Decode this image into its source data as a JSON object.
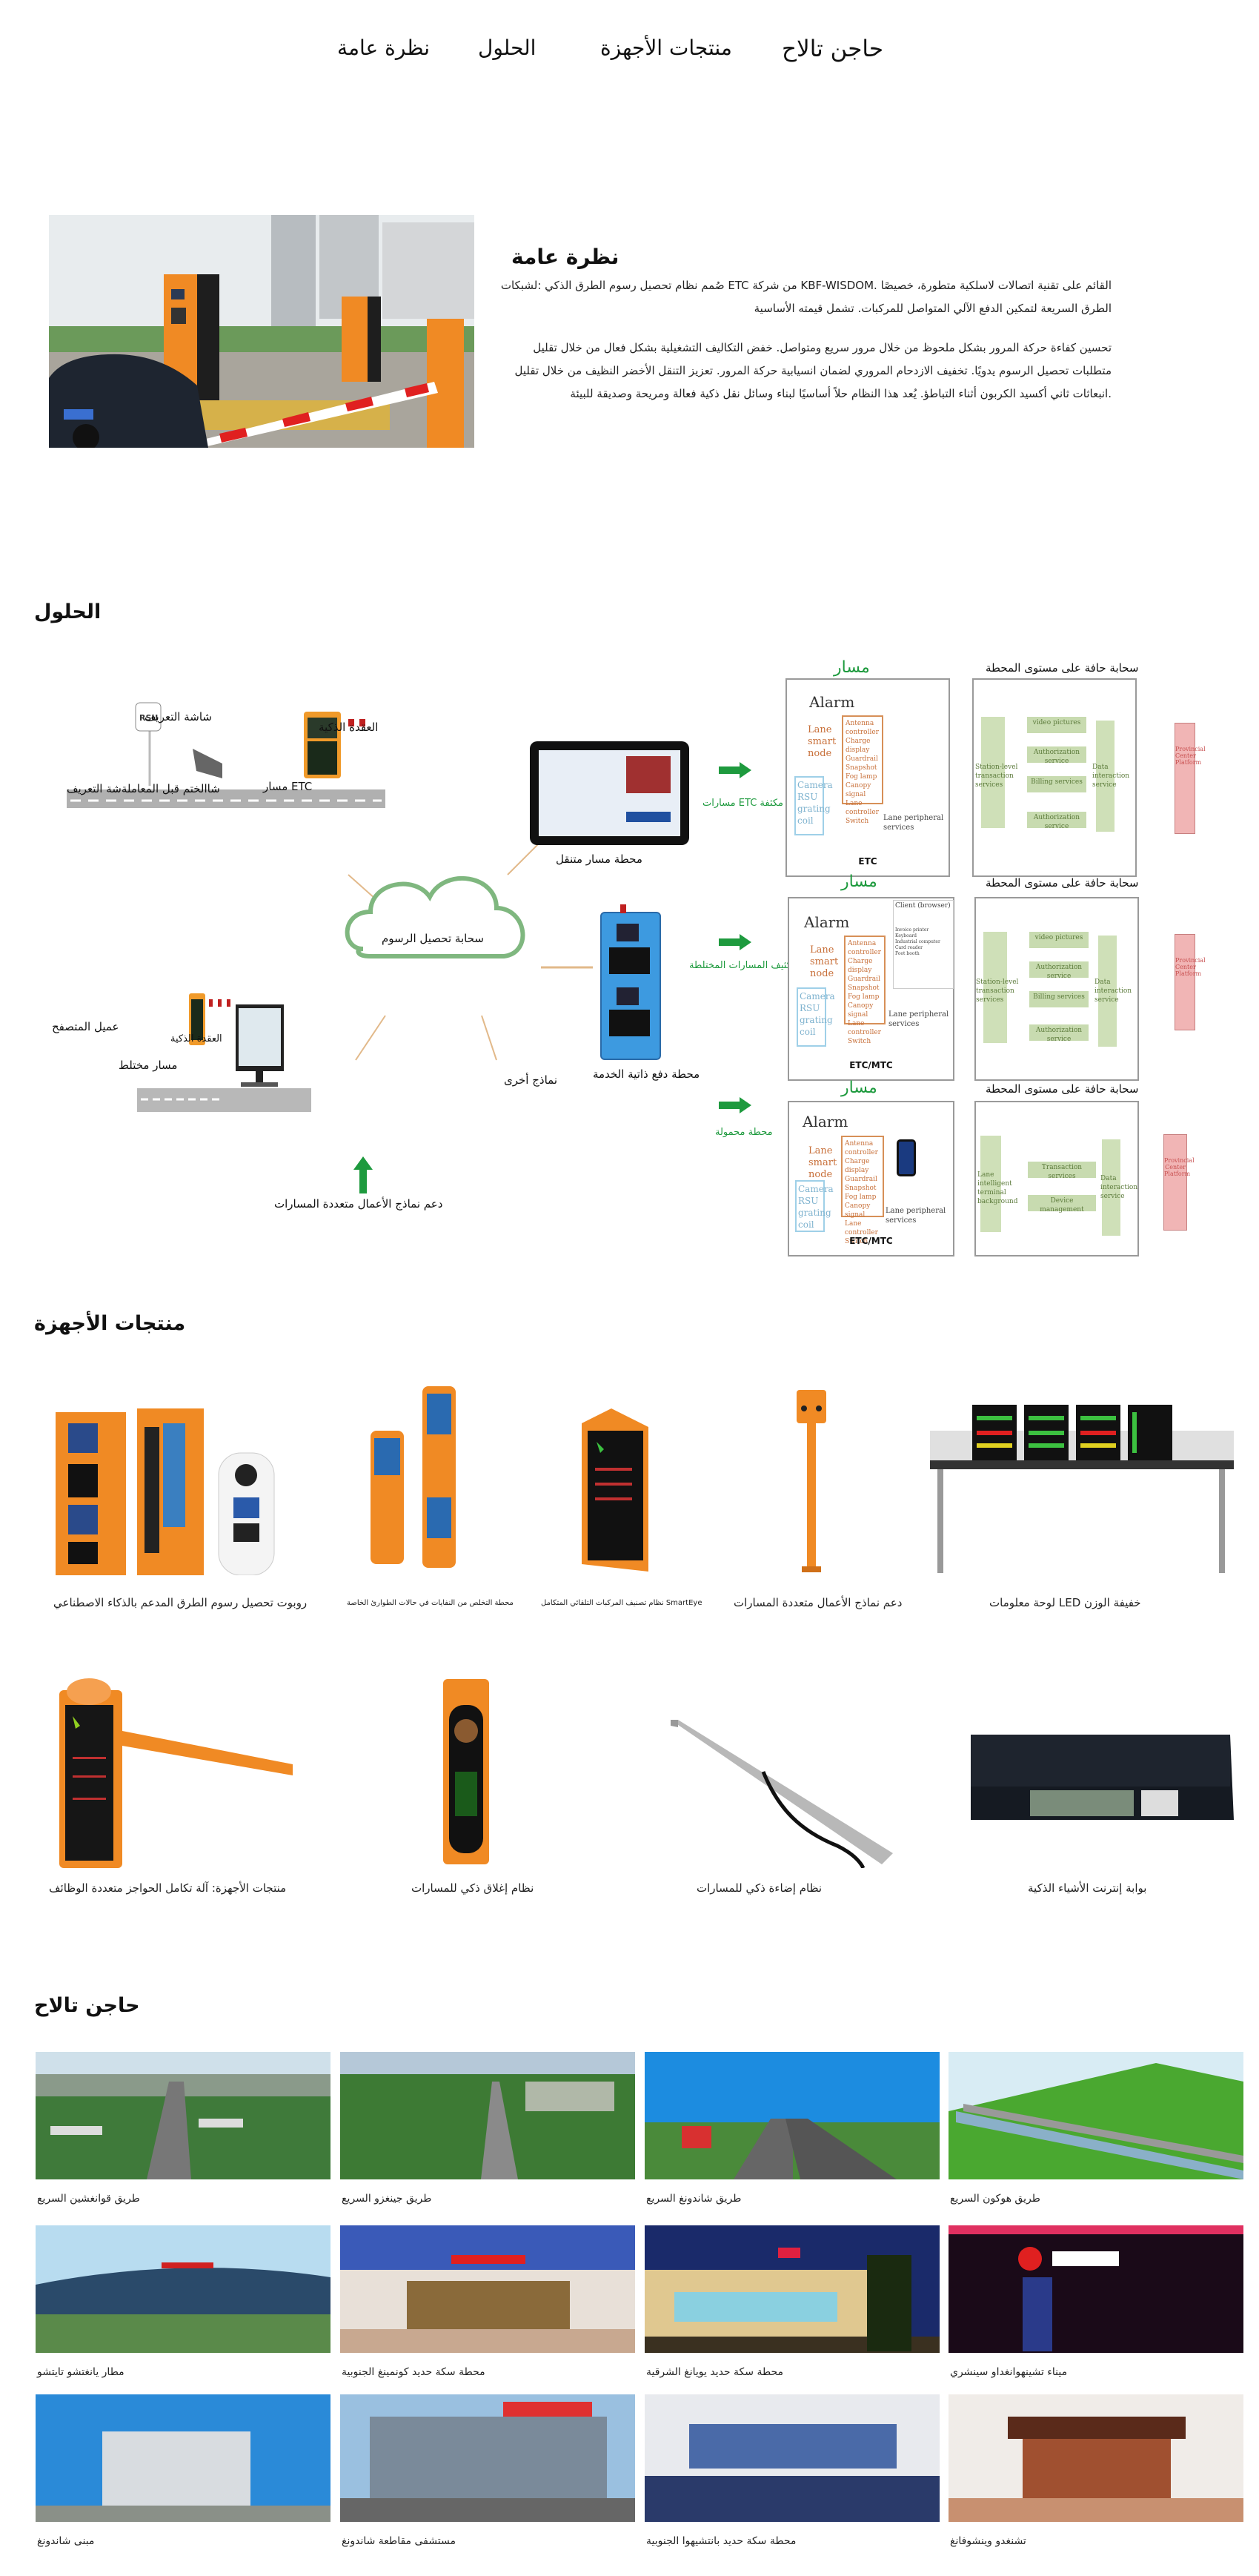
{
  "nav": {
    "items": [
      {
        "label": "حاجن تالاح"
      },
      {
        "label": "منتجات الأجهزة"
      },
      {
        "label": "الحلول"
      },
      {
        "label": "نظرة عامة"
      }
    ]
  },
  "overview": {
    "title": "نظرة عامة",
    "paragraph1": "القائم على تقنية اتصالات لاسلكية متطورة، خصيصًا .KBF-WISDOM من شركة ETC صُمم نظام تحصيل رسوم الطرق الذكي :لشبكات الطرق السريعة لتمكين الدفع الآلي المتواصل للمركبات. تشمل قيمته الأساسية",
    "paragraph2": "تحسين كفاءة حركة المرور بشكل ملحوظ من خلال مرور سريع ومتواصل. خفض التكاليف التشغيلية بشكل فعال من خلال تقليل متطلبات تحصيل الرسوم يدويًا. تخفيف الازدحام المروري لضمان انسيابية حركة المرور. تعزيز التنقل الأخضر النظيف من خلال تقليل .انبعاثات ثاني أكسيد الكربون أثناء التباطؤ. يُعد هذا النظام حلاً أساسيًا لبناء وسائل نقل ذكية فعالة ومريحة وصديقة للبيئة",
    "hero_alt": "ETC toll lane with orange toll terminals and barrier gate"
  },
  "solutions": {
    "title": "الحلول",
    "diagram": {
      "left": {
        "rsu": "RSU",
        "id_screen": "شاشة التعريف",
        "pre_transaction": "شاالختم قبل المعاملةشة التعريف",
        "smart_node_1": "العقدة الذكية",
        "etc_lane": "ETC مسار",
        "browser_client": "عميل المتصفح",
        "smart_node_2": "العقدة الذكية",
        "mixed_lane": "مسار مختلط",
        "cloud": "سحابة تحصيل الرسوم",
        "mobile_lane_station": "محطة مسار متنقل",
        "self_service_station": "محطة دفع ذاتية الخدمة",
        "other_models": "نماذج أخرى",
        "multi_lane_support": "دعم نماذج الأعمال متعددة المسارات"
      },
      "arrows": [
        {
          "label": "مكثفة ETC مسارات"
        },
        {
          "label": "تكثيف المسارات المختلطة"
        },
        {
          "label": "محطة محمولة"
        }
      ],
      "rows": [
        {
          "lane_title": "مسار",
          "cloud_title": "سحابة حافة على مستوى المحطة",
          "caption": "ETC",
          "alarm": "Alarm",
          "lane_node": [
            "Lane",
            "smart",
            "node"
          ],
          "node_items": [
            "Antenna controller",
            "Charge display",
            "Guardrail",
            "Snapshot",
            "Fog lamp",
            "Canopy signal",
            "Lane controller",
            "Switch"
          ],
          "sensors": [
            "Camera",
            "RSU",
            "grating",
            "coil"
          ],
          "peripheral": [
            "Lane peripheral",
            "services"
          ],
          "station_services": "Station-level transaction services",
          "services": [
            "video pictures",
            "Authorization service",
            "Billing services",
            "Authorization service"
          ],
          "data_service": "Data interaction service",
          "provincial": "Provincial Center Platform"
        },
        {
          "lane_title": "مسار",
          "cloud_title": "سحابة حافة على مستوى المحطة",
          "caption": "ETC/MTC",
          "alarm": "Alarm",
          "client": "Client (browser)",
          "client_items": [
            "Invoice printer",
            "Keyboard",
            "Industrial computer",
            "Card reader",
            "Foot booth"
          ],
          "lane_node": [
            "Lane",
            "smart",
            "node"
          ],
          "node_items": [
            "Antenna controller",
            "Charge display",
            "Guardrail",
            "Snapshot",
            "Fog lamp",
            "Canopy signal",
            "Lane controller",
            "Switch"
          ],
          "sensors": [
            "Camera",
            "RSU",
            "grating",
            "coil"
          ],
          "peripheral": [
            "Lane peripheral",
            "services"
          ],
          "station_services": "Station-level transaction services",
          "services": [
            "video pictures",
            "Authorization service",
            "Billing services",
            "Authorization service"
          ],
          "data_service": "Data interaction service",
          "provincial": "Provincial Center Platform"
        },
        {
          "lane_title": "مسار",
          "cloud_title": "سحابة حافة على مستوى المحطة",
          "caption": "ETC/MTC",
          "alarm": "Alarm",
          "lane_node": [
            "Lane",
            "smart",
            "node"
          ],
          "node_items": [
            "Antenna controller",
            "Charge display",
            "Guardrail",
            "Snapshot",
            "Fog lamp",
            "Canopy signal",
            "Lane controller",
            "Switch"
          ],
          "sensors": [
            "Camera",
            "RSU",
            "grating",
            "coil"
          ],
          "peripheral": [
            "Lane peripheral",
            "services"
          ],
          "station_services": "Lane intelligent terminal background",
          "services": [
            "Transaction services",
            "Device management"
          ],
          "data_service": "Data interaction service",
          "provincial": "Provincial Center Platform"
        }
      ]
    }
  },
  "products": {
    "title": "منتجات الأجهزة",
    "items": [
      {
        "label": "روبوت تحصيل رسوم الطرق المدعم بالذكاء الاصطناعي"
      },
      {
        "label": "محطة التخلص من النفايات في حالات الطوارئ الخاصة"
      },
      {
        "label": "SmartEye نظام تصنيف المركبات التلقائي المتكامل"
      },
      {
        "label": "دعم نماذج الأعمال متعددة المسارات"
      },
      {
        "label": "خفيفة الوزن LED لوحة معلومات"
      },
      {
        "label": "منتجات الأجهزة: آلة تكامل الحواجز متعددة الوظائف"
      },
      {
        "label": "نظام إغلاق ذكي للمسارات"
      },
      {
        "label": "نظام إضاءة ذكي للمسارات"
      },
      {
        "label": "بوابة إنترنت الأشياء الذكية"
      }
    ]
  },
  "cases": {
    "title": "حاجن تالاح",
    "items": [
      {
        "label": "طريق قوانغشين السريع"
      },
      {
        "label": "طريق جينغزو السريع"
      },
      {
        "label": "طريق شاندونغ السريع"
      },
      {
        "label": "طريق هوكون السريع"
      },
      {
        "label": "مطار يانغتشو تايتشو"
      },
      {
        "label": "محطة سكة حديد كونمينغ الجنوبية"
      },
      {
        "label": "محطة سكة حديد يويانغ الشرقية"
      },
      {
        "label": "ميناء تشينهوانغداو سينشري"
      },
      {
        "label": "مبنى شاندونغ"
      },
      {
        "label": "مستشفى مقاطعة شاندونغ"
      },
      {
        "label": "محطة سكة حديد بانتشيهوا الجنوبية"
      },
      {
        "label": "تشنغدو وينشوفانغ"
      }
    ]
  },
  "colors": {
    "accent_green": "#1e9a3e",
    "product_orange": "#f08a24",
    "cloud_green": "#7fb77f"
  }
}
